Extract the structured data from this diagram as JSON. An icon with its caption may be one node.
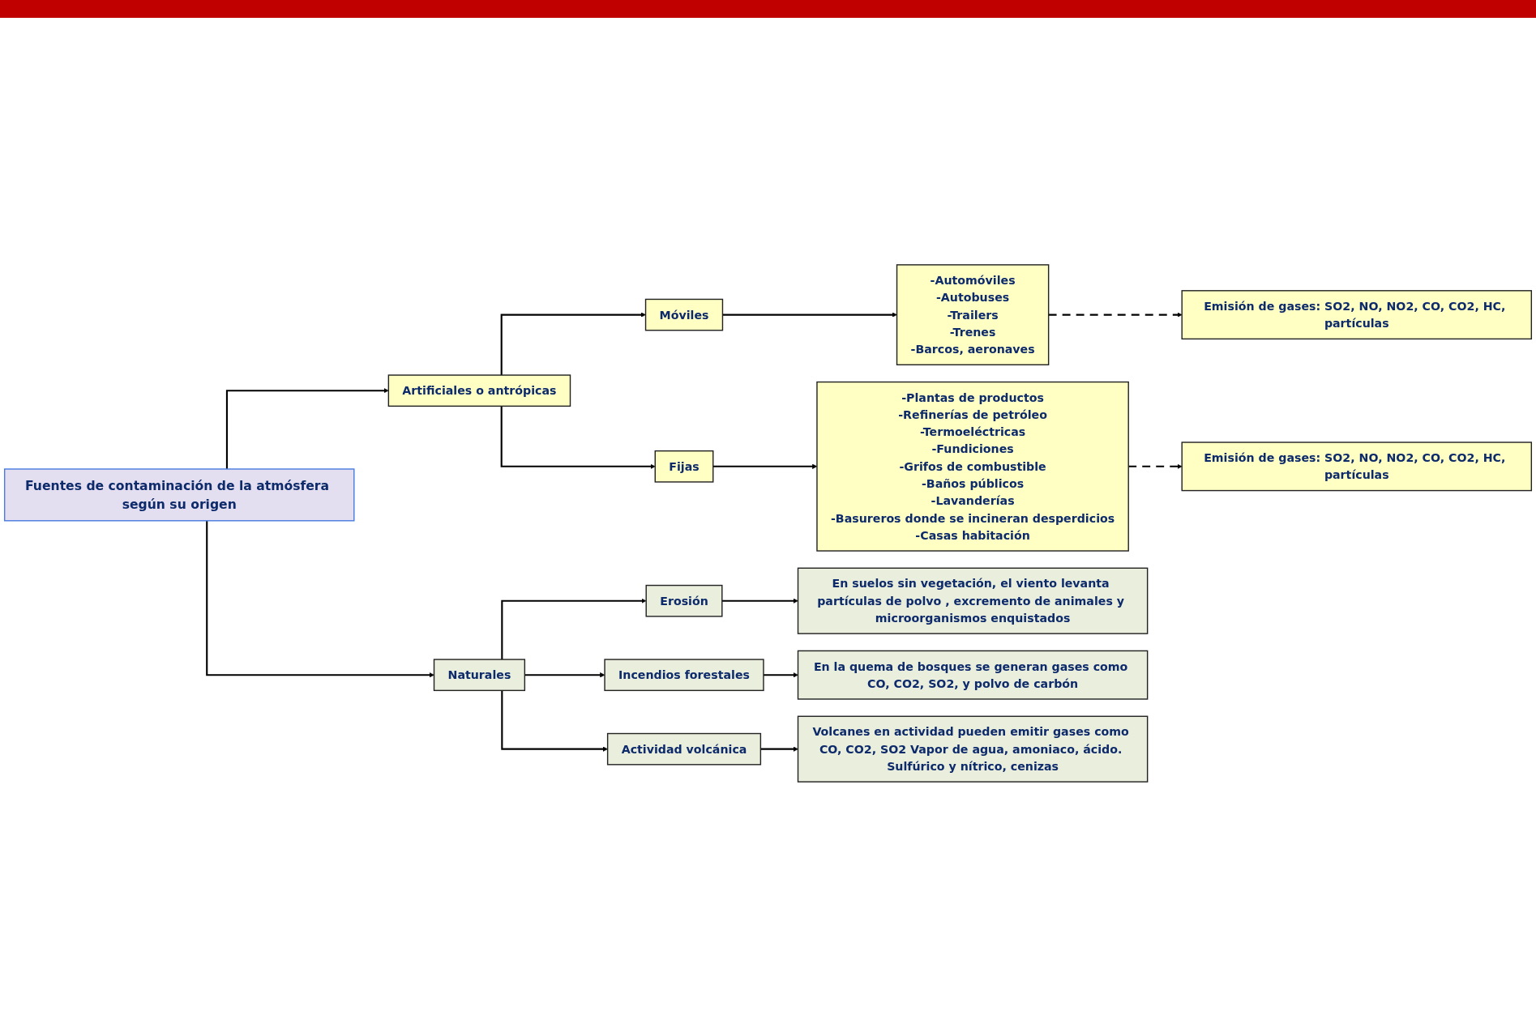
{
  "diagram": {
    "nodes": [
      {
        "text": [
          "Fuentes de contaminación de la atmósfera según su origen"
        ]
      },
      {
        "text": [
          "Artificiales o antrópicas"
        ]
      },
      {
        "text": [
          "Naturales"
        ]
      },
      {
        "text": [
          "Móviles"
        ]
      },
      {
        "text": [
          "Fijas"
        ]
      },
      {
        "text": [
          "-Automóviles",
          "-Autobuses",
          "-Trailers",
          "-Trenes",
          "-Barcos, aeronaves"
        ]
      },
      {
        "text": [
          "Emisión de gases: SO2, NO, NO2, CO, CO2, HC, partículas"
        ]
      },
      {
        "text": [
          "-Plantas de productos",
          "-Refinerías de petróleo",
          "-Termoeléctricas",
          "-Fundiciones",
          "-Grifos de combustible",
          "-Baños públicos",
          "-Lavanderías",
          "-Basureros donde se incineran desperdicios",
          "-Casas habitación"
        ]
      },
      {
        "text": [
          "Emisión de gases: SO2, NO, NO2, CO, CO2, HC, partículas"
        ]
      },
      {
        "text": [
          "Erosión"
        ]
      },
      {
        "text": [
          "En suelos sin vegetación, el viento levanta partículas de polvo , excremento de animales y microorganismos enquistados"
        ]
      },
      {
        "text": [
          "Incendios forestales"
        ]
      },
      {
        "text": [
          "En la quema de bosques se generan gases como CO, CO2, SO2, y polvo de carbón"
        ]
      },
      {
        "text": [
          "Actividad volcánica"
        ]
      },
      {
        "text": [
          "Volcanes en actividad pueden emitir gases como CO, CO2, SO2 Vapor de agua, amoniaco, ácido. Sulfúrico y nítrico, cenizas"
        ]
      }
    ],
    "edges": [
      {
        "from": 0,
        "to": 1,
        "arrow": "to"
      },
      {
        "from": 0,
        "to": 2,
        "arrow": "to"
      },
      {
        "from": 1,
        "to": 3,
        "arrow": "to"
      },
      {
        "from": 1,
        "to": 4,
        "arrow": "to"
      },
      {
        "from": 3,
        "to": 5,
        "arrow": "to"
      },
      {
        "from": 5,
        "to": 6,
        "arrow": "to",
        "style": "dashed"
      },
      {
        "from": 4,
        "to": 7,
        "arrow": "to"
      },
      {
        "from": 7,
        "to": 8,
        "arrow": "to",
        "style": "dashed"
      },
      {
        "from": 2,
        "to": 9,
        "arrow": "to"
      },
      {
        "from": 2,
        "to": 11,
        "arrow": "to"
      },
      {
        "from": 2,
        "to": 13,
        "arrow": "to"
      },
      {
        "from": 9,
        "to": 10,
        "arrow": "to"
      },
      {
        "from": 11,
        "to": 12,
        "arrow": "to"
      },
      {
        "from": 13,
        "to": 14,
        "arrow": "to"
      }
    ]
  }
}
